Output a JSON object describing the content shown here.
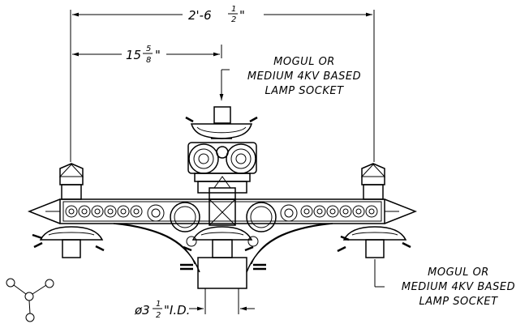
{
  "dimensions": {
    "overall_width": {
      "whole": "2'-6",
      "num": "1",
      "den": "2",
      "unit": "\""
    },
    "half_spacing": {
      "whole": "15",
      "num": "5",
      "den": "8",
      "unit": "\""
    },
    "center_bore": {
      "prefix": "ø3",
      "num": "1",
      "den": "2",
      "unit": "\"I.D."
    }
  },
  "notes": {
    "top_socket": [
      "MOGUL OR",
      "MEDIUM 4KV BASED",
      "LAMP SOCKET"
    ],
    "bottom_socket": [
      "MOGUL OR",
      "MEDIUM 4KV BASED",
      "LAMP SOCKET"
    ]
  },
  "colors": {
    "ink": "#000000",
    "paper": "#ffffff"
  },
  "icons": [
    "three-arm-orientation-icon",
    "arrow-icon"
  ]
}
